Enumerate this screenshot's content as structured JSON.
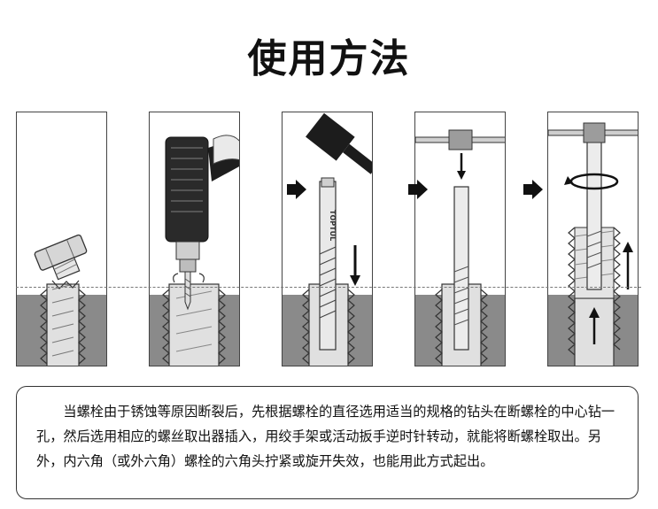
{
  "title": "使用方法",
  "steps": [
    {
      "id": "step-1"
    },
    {
      "id": "step-2"
    },
    {
      "id": "step-3"
    },
    {
      "id": "step-4"
    },
    {
      "id": "step-5"
    }
  ],
  "extractor_label": "TOPTUL",
  "description": "当螺栓由于锈蚀等原因断裂后，先根据螺栓的直径选用适当的规格的钻头在断螺栓的中心钻一孔，然后选用相应的螺丝取出器插入，用绞手架或活动扳手逆时针转动，就能将断螺栓取出。另外，内六角（或外六角）螺栓的六角头拧紧或旋开失效，也能用此方式起出。",
  "colors": {
    "ground": "#8a8a8a",
    "outline": "#333333",
    "metal": "#d9d9d9"
  }
}
